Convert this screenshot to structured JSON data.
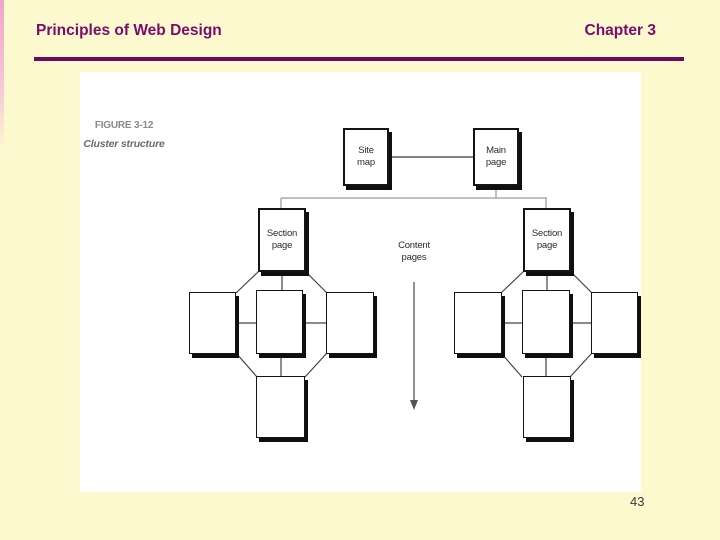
{
  "colors": {
    "background": "#FCF9CF",
    "accent_purple": "#7A0C6B",
    "rule_purple": "#6E0B5F",
    "figure_background": "#FFFFFF",
    "box_border": "#141414",
    "box_shadow": "#0F0F0F",
    "caption_gray": "#8A8A8A"
  },
  "header": {
    "title": "Principles of Web Design",
    "chapter": "Chapter 3"
  },
  "figure": {
    "caption_title": "FIGURE 3-12",
    "caption_subtitle": "Cluster structure",
    "labels": {
      "site_map": "Site\nmap",
      "main_page": "Main\npage",
      "section_left": "Section\npage",
      "section_right": "Section\npage",
      "content_pages": "Content\npages"
    }
  },
  "footer": {
    "page_number": "43"
  }
}
